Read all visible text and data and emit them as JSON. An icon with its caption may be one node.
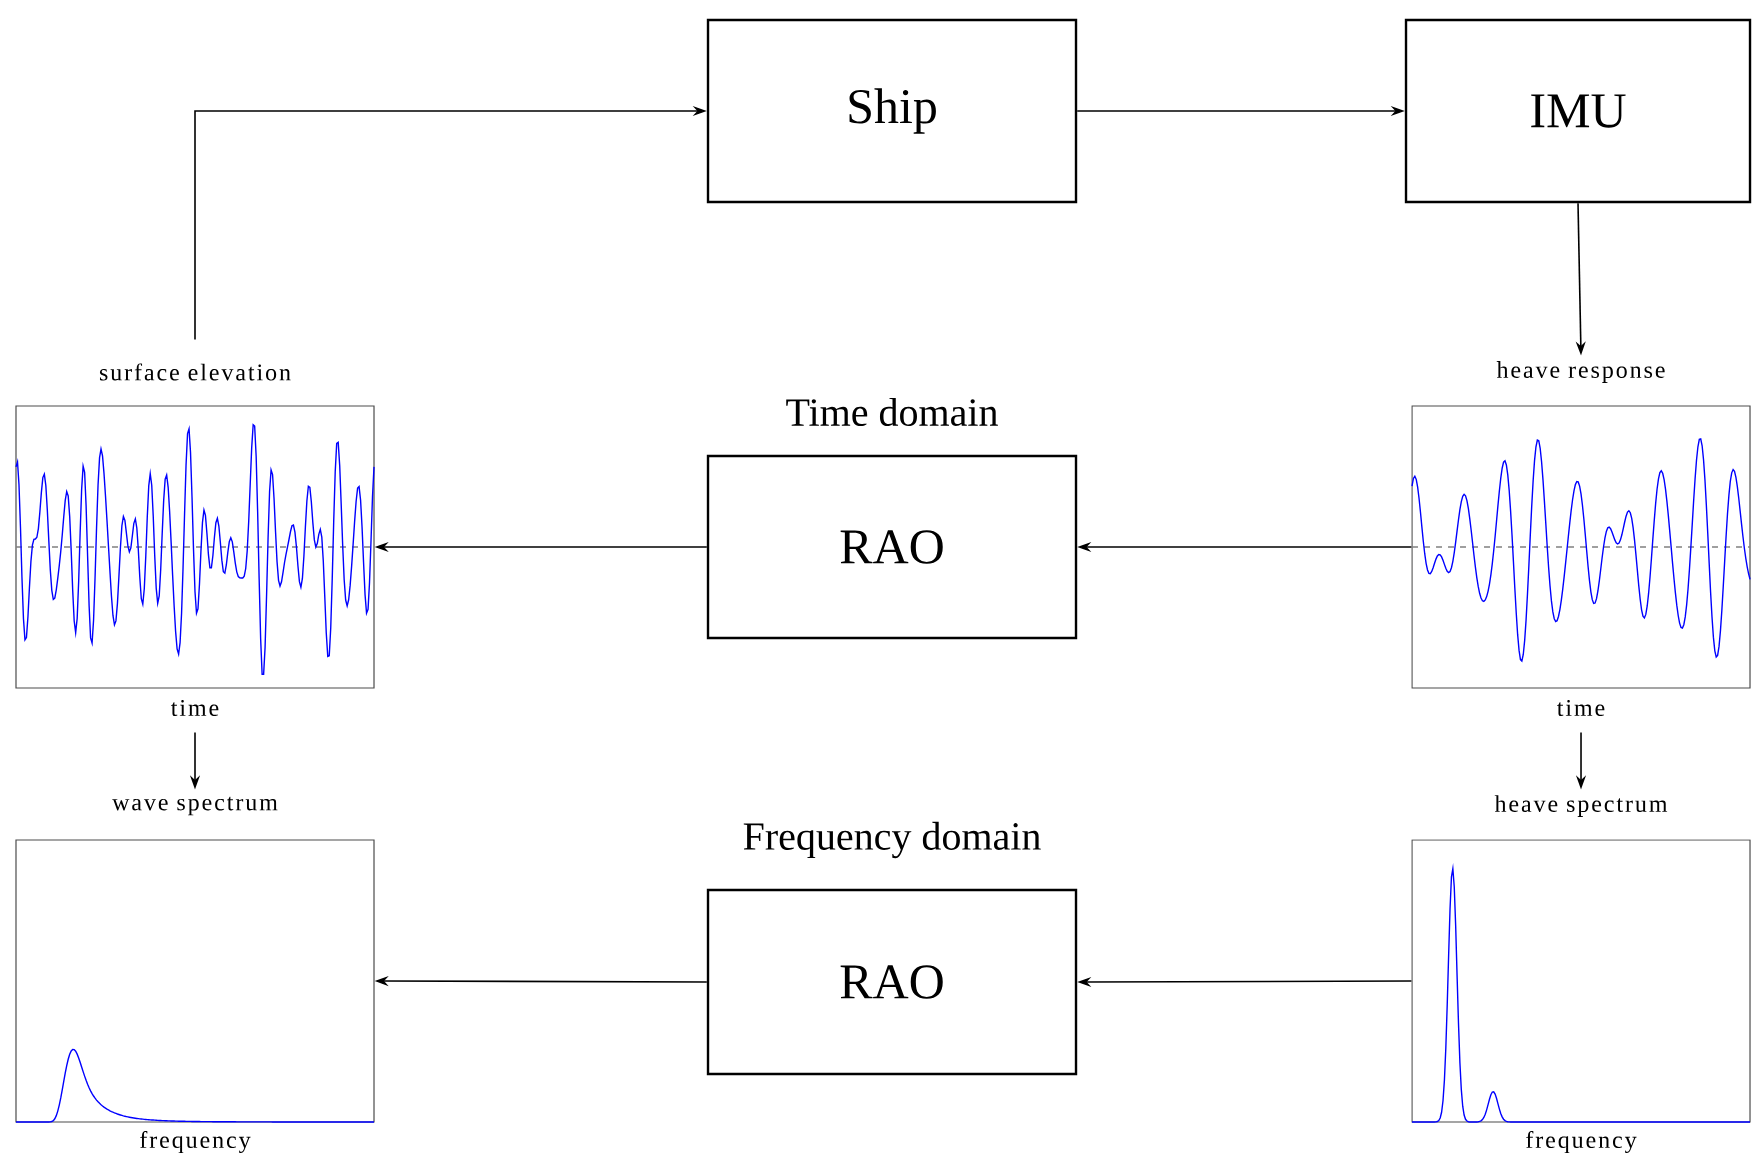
{
  "diagram": {
    "nodes": [
      {
        "text": [
          "Ship"
        ]
      },
      {
        "text": [
          "IMU"
        ]
      },
      {
        "text": [
          "RAO"
        ]
      },
      {
        "text": [
          "RAO"
        ]
      },
      {
        "text": [
          "surface elevation"
        ],
        "beside": [
          "time"
        ]
      },
      {
        "text": [
          "heave response"
        ],
        "beside": [
          "time"
        ]
      },
      {
        "text": [
          "wave spectrum"
        ],
        "beside": [
          "frequency"
        ]
      },
      {
        "text": [
          "heave spectrum"
        ],
        "beside": [
          "frequency"
        ]
      }
    ],
    "edges": [
      {
        "from": 4,
        "to": 0,
        "arrow": "to"
      },
      {
        "from": 0,
        "to": 1,
        "arrow": "to"
      },
      {
        "from": 1,
        "to": 5,
        "arrow": "to"
      },
      {
        "from": 5,
        "to": 2,
        "arrow": "to"
      },
      {
        "from": 2,
        "to": 4,
        "arrow": "to"
      },
      {
        "from": 4,
        "to": 6,
        "arrow": "to"
      },
      {
        "from": 5,
        "to": 7,
        "arrow": "to"
      },
      {
        "from": 7,
        "to": 3,
        "arrow": "to"
      },
      {
        "from": 3,
        "to": 6,
        "arrow": "to"
      }
    ],
    "labels": [
      "Time domain",
      "Frequency domain"
    ]
  }
}
